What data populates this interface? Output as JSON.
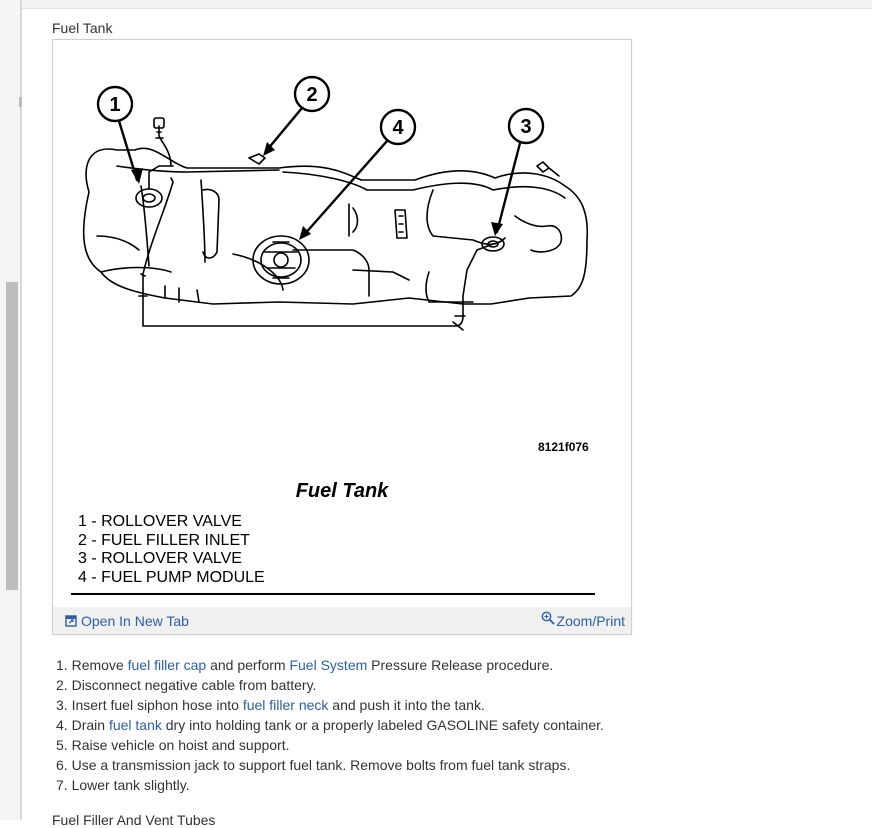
{
  "figure": {
    "heading": "Fuel Tank",
    "callouts": [
      "1",
      "2",
      "3",
      "4"
    ],
    "code": "8121f076",
    "title": "Fuel Tank",
    "legend": [
      "1 - ROLLOVER VALVE",
      "2 - FUEL FILLER INLET",
      "3 - ROLLOVER VALVE",
      "4 - FUEL PUMP MODULE"
    ],
    "open_new_tab": "Open In New Tab",
    "zoom_print": "Zoom/Print"
  },
  "steps": [
    {
      "number": "1.",
      "parts": [
        {
          "text": "Remove "
        },
        {
          "text": "fuel filler cap",
          "link": true
        },
        {
          "text": " and perform "
        },
        {
          "text": "Fuel System",
          "link": true
        },
        {
          "text": " Pressure Release procedure."
        }
      ]
    },
    {
      "number": "2.",
      "parts": [
        {
          "text": "Disconnect negative cable from battery."
        }
      ]
    },
    {
      "number": "3.",
      "parts": [
        {
          "text": "Insert fuel siphon hose into "
        },
        {
          "text": "fuel filler neck",
          "link": true
        },
        {
          "text": " and push it into the tank."
        }
      ]
    },
    {
      "number": "4.",
      "parts": [
        {
          "text": "Drain "
        },
        {
          "text": "fuel tank",
          "link": true
        },
        {
          "text": " dry into holding tank or a properly labeled GASOLINE safety container."
        }
      ]
    },
    {
      "number": "5.",
      "parts": [
        {
          "text": "Raise vehicle on hoist and support."
        }
      ]
    },
    {
      "number": "6.",
      "parts": [
        {
          "text": "Use a transmission jack to support fuel tank. Remove bolts from fuel tank straps."
        }
      ]
    },
    {
      "number": "7.",
      "parts": [
        {
          "text": "Lower tank slightly."
        }
      ]
    }
  ],
  "next_heading": "Fuel Filler And Vent Tubes"
}
